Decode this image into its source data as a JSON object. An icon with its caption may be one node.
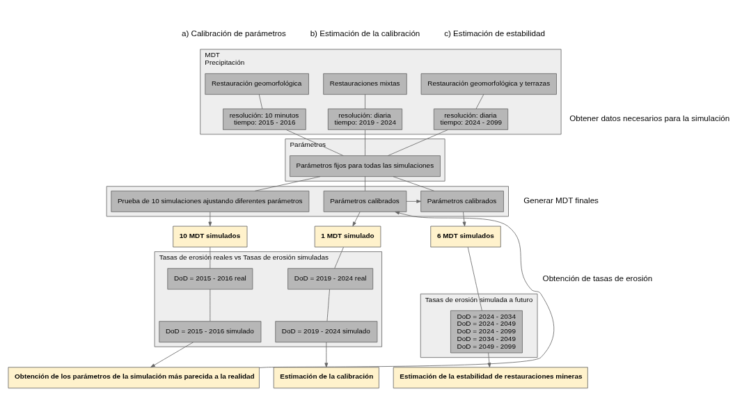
{
  "diagram": {
    "nodes": [
      {
        "text": [
          "MDT",
          "Precipitación"
        ]
      },
      {
        "text": [
          "Restauración geomorfológica"
        ],
        "in": 0
      },
      {
        "text": [
          "Restauraciones mixtas"
        ],
        "in": 0
      },
      {
        "text": [
          "Restauración geomorfológica y terrazas"
        ],
        "in": 0
      },
      {
        "text": [
          "resolución: 10 minutos",
          "tiempo: 2015 - 2016"
        ],
        "in": 0
      },
      {
        "text": [
          "resolución: diaria",
          "tiempo: 2019 - 2024"
        ],
        "in": 0
      },
      {
        "text": [
          "resolución: diaria",
          "tiempo: 2024 - 2099"
        ],
        "in": 0
      },
      {
        "text": [
          "Parámetros"
        ]
      },
      {
        "text": [
          "Parámetros fijos para todas las simulaciones"
        ],
        "in": 7
      },
      {
        "text": [],
        "shape": "box"
      },
      {
        "text": [
          "Prueba de 10 simulaciones ajustando diferentes parámetros"
        ],
        "in": 9
      },
      {
        "text": [
          "Parámetros calibrados"
        ],
        "in": 9
      },
      {
        "text": [
          "Parámetros calibrados"
        ],
        "in": 9
      },
      {
        "text": [
          "10 MDT simulados"
        ]
      },
      {
        "text": [
          "1 MDT simulado"
        ]
      },
      {
        "text": [
          "6 MDT simulados"
        ]
      },
      {
        "text": [
          "Tasas de erosión reales vs Tasas de erosión simuladas"
        ]
      },
      {
        "text": [
          "DoD = 2015 - 2016 real"
        ],
        "in": 16
      },
      {
        "text": [
          "DoD = 2015 - 2016 simulado"
        ],
        "in": 16
      },
      {
        "text": [
          "DoD = 2019 - 2024 real"
        ],
        "in": 16
      },
      {
        "text": [
          "DoD = 2019 - 2024 simulado"
        ],
        "in": 16
      },
      {
        "text": [
          "Tasas de erosión simulada a futuro"
        ]
      },
      {
        "text": [
          "DoD = 2024 - 2034",
          "DoD = 2024 - 2049",
          "DoD = 2024 - 2099",
          "DoD = 2034 - 2049",
          "DoD = 2049 - 2099"
        ],
        "in": 21
      },
      {
        "text": [
          "Obtención de los parámetros de la simulación más parecida a la realidad"
        ]
      },
      {
        "text": [
          "Estimación de la calibración"
        ]
      },
      {
        "text": [
          "Estimación de la estabilidad de restauraciones mineras"
        ]
      }
    ],
    "edges": [
      {
        "from": 1,
        "to": 4,
        "arrow": "none"
      },
      {
        "from": 4,
        "to": 8,
        "arrow": "none"
      },
      {
        "from": 8,
        "to": 10,
        "arrow": "none"
      },
      {
        "from": 10,
        "to": 13,
        "arrow": "to"
      },
      {
        "from": 13,
        "to": 17,
        "arrow": "none"
      },
      {
        "from": 17,
        "to": 18,
        "arrow": "none"
      },
      {
        "from": 18,
        "to": 23,
        "arrow": "to"
      },
      {
        "from": 2,
        "to": 5,
        "arrow": "none"
      },
      {
        "from": 5,
        "to": 8,
        "arrow": "none"
      },
      {
        "from": 8,
        "to": 11,
        "arrow": "none"
      },
      {
        "from": 11,
        "to": 14,
        "arrow": "to"
      },
      {
        "from": 14,
        "to": 19,
        "arrow": "none"
      },
      {
        "from": 19,
        "to": 20,
        "arrow": "none"
      },
      {
        "from": 20,
        "to": 24,
        "arrow": "to"
      },
      {
        "from": 3,
        "to": 6,
        "arrow": "none"
      },
      {
        "from": 6,
        "to": 8,
        "arrow": "none"
      },
      {
        "from": 8,
        "to": 12,
        "arrow": "none"
      },
      {
        "from": 12,
        "to": 15,
        "arrow": "to"
      },
      {
        "from": 15,
        "to": 22,
        "arrow": "none"
      },
      {
        "from": 22,
        "to": 25,
        "arrow": "to"
      },
      {
        "from": 23,
        "to": 11,
        "arrow": "to"
      },
      {
        "from": 11,
        "to": 12,
        "arrow": "to"
      }
    ],
    "labels": [
      "a) Calibración de parámetros",
      "b) Estimación de la calibración",
      "c) Estimación de estabilidad",
      "Obtener datos necesarios para la simulación",
      "Generar MDT finales",
      "Obtención de tasas de erosión"
    ]
  }
}
